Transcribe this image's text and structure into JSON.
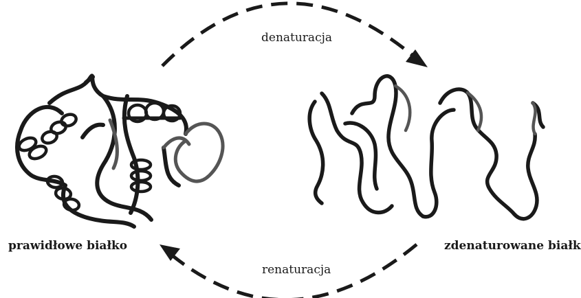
{
  "process": {
    "denaturation": "denaturacja",
    "renaturation": "renaturacja"
  },
  "states": {
    "native": "prawidłowe białko",
    "denatured": "zdenaturowane białko"
  },
  "colors": {
    "ink": "#1a1a1a",
    "ribbon_shade": "#555555",
    "background": "#ffffff"
  }
}
